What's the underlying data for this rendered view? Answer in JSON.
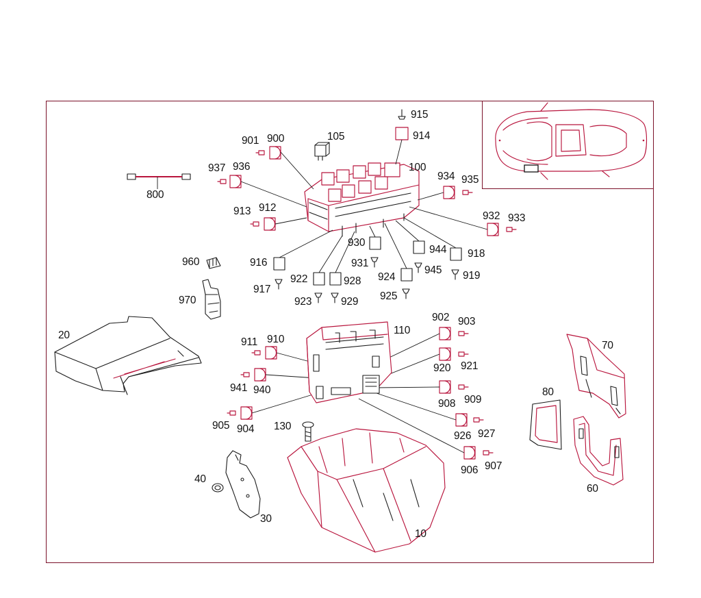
{
  "labels": {
    "l10": "10",
    "l20": "20",
    "l30": "30",
    "l40": "40",
    "l60": "60",
    "l70": "70",
    "l80": "80",
    "l100": "100",
    "l105": "105",
    "l110": "110",
    "l130": "130",
    "l800": "800",
    "l900": "900",
    "l901": "901",
    "l902": "902",
    "l903": "903",
    "l904": "904",
    "l905": "905",
    "l906": "906",
    "l907": "907",
    "l908": "908",
    "l909": "909",
    "l910": "910",
    "l911": "911",
    "l912": "912",
    "l913": "913",
    "l914": "914",
    "l915": "915",
    "l916": "916",
    "l917": "917",
    "l918": "918",
    "l919": "919",
    "l920": "920",
    "l921": "921",
    "l922": "922",
    "l923": "923",
    "l924": "924",
    "l925": "925",
    "l926": "926",
    "l927": "927",
    "l928": "928",
    "l929": "929",
    "l930": "930",
    "l931": "931",
    "l932": "932",
    "l933": "933",
    "l934": "934",
    "l935": "935",
    "l936": "936",
    "l937": "937",
    "l940": "940",
    "l941": "941",
    "l944": "944",
    "l945": "945",
    "l960": "960",
    "l970": "970"
  },
  "colors": {
    "line_accent": "#b8143c",
    "frame": "#7a1028",
    "ink": "#111111"
  }
}
